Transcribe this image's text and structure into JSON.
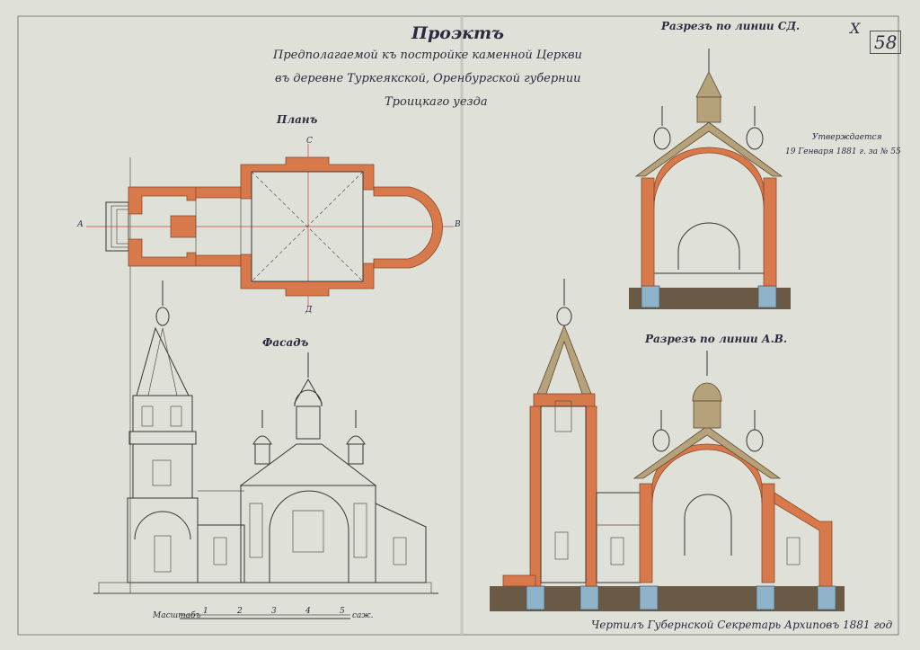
{
  "header": {
    "title": "Проэктъ",
    "lines": [
      "Предполагаемой къ постройке каменной Церкви",
      "въ деревне Туркеякской, Оренбургской губернии",
      "Троицкаго уезда"
    ]
  },
  "sections": {
    "plan": "Планъ",
    "facade": "Фасадъ",
    "section_cd": "Разрезъ по линии СД.",
    "section_ab": "Разрезъ по линии А.В."
  },
  "plan_letters": {
    "top": "С",
    "bottom": "Д",
    "left": "А",
    "right": "В"
  },
  "marks": {
    "sheet_number": "58",
    "corner_mark": "Х",
    "approval_note_line1": "Утверждается",
    "approval_note_line2": "19 Генваря 1881 г. за № 55"
  },
  "scale": {
    "label_left": "Масштабъ",
    "label_right": "саж.",
    "ticks": [
      "1",
      "2",
      "3",
      "4",
      "5"
    ]
  },
  "signature": "Чертилъ Губернской Секретарь Архиповъ 1881 год"
}
